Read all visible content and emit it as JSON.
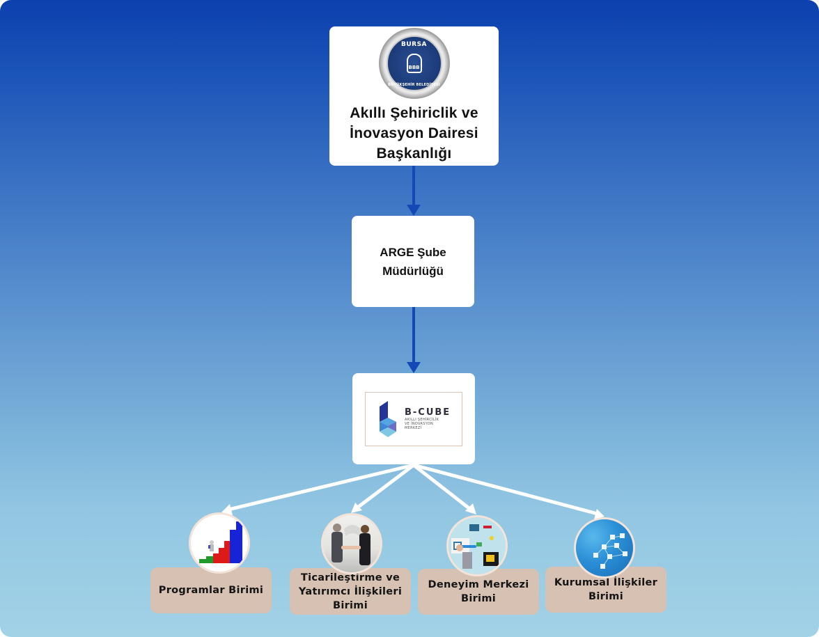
{
  "colors": {
    "background_top": "#0c40ae",
    "background_bottom": "#a2d2e6",
    "box_fill": "#ffffff",
    "unit_label_fill": "#d6c1b2",
    "arrow_dark": "#1448b4",
    "arrow_light": "#ffffff"
  },
  "top_node": {
    "logo": {
      "name": "bursa-buyuksehir-belediyesi-logo",
      "top_text": "BURSA",
      "bottom_text": "BÜYÜKŞEHİR BELEDİYESİ",
      "emblem_text": "BBB"
    },
    "title_lines": [
      "Akıllı Şehiriclik ve",
      "İnovasyon Dairesi",
      "Başkanlığı"
    ]
  },
  "middle_node": {
    "title_lines": [
      "ARGE Şube",
      "Müdürlüğü"
    ]
  },
  "cube_node": {
    "logo": {
      "name": "b-cube-logo",
      "brand": "B-CUBE",
      "sub_lines": [
        "AKILLI ŞEHİRCİLİK",
        "VE İNOVASYON",
        "MERKEZİ"
      ]
    }
  },
  "units": [
    {
      "image": "growth-chart-stairs-image",
      "label_lines": [
        "Programlar Birimi"
      ]
    },
    {
      "image": "business-handshake-image",
      "label_lines": [
        "Ticarileştirme ve",
        "Yatırımcı İlişkileri",
        "Birimi"
      ]
    },
    {
      "image": "electronics-workshop-image",
      "label_lines": [
        "Deneyim Merkezi",
        "Birimi"
      ]
    },
    {
      "image": "network-cubes-image",
      "label_lines": [
        "Kurumsal İlişkiler",
        "Birimi"
      ]
    }
  ]
}
